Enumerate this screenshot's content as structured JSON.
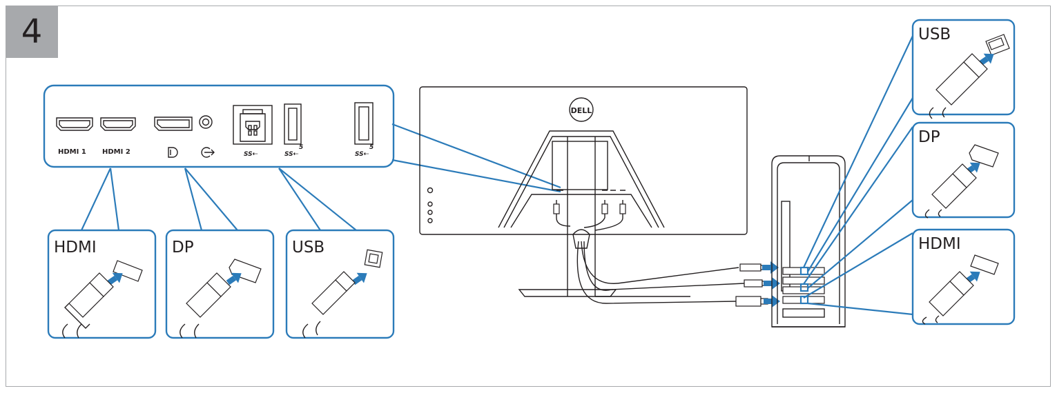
{
  "step": {
    "number": "4"
  },
  "port_panel": {
    "labels": {
      "hdmi1": "HDMI 1",
      "hdmi2": "HDMI 2",
      "ss1": "SS⇠",
      "ss2": "SS⇠",
      "ss3": "SS⇠",
      "ss_superscript": "5"
    }
  },
  "monitor": {
    "brand": "DELL"
  },
  "callouts_left": [
    {
      "label": "HDMI"
    },
    {
      "label": "DP"
    },
    {
      "label": "USB"
    }
  ],
  "callouts_right": [
    {
      "label": "USB"
    },
    {
      "label": "DP"
    },
    {
      "label": "HDMI"
    }
  ],
  "colors": {
    "accent": "#2b7bb9",
    "line": "#231f20",
    "badge": "#a7a9ac"
  }
}
